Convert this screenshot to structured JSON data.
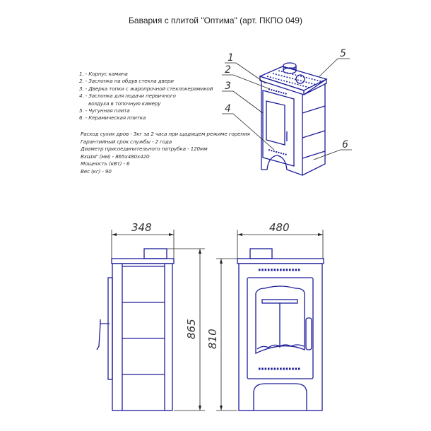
{
  "title": "Бавария с плитой \"Оптима\" (арт. ПКПО 049)",
  "legend": [
    "1. - Корпус камина",
    "2. - Заслонка на обдув стекла двери",
    "3. - Дверка топки с жаропрочной стеклокерамикой",
    "4. - Заслонка для подачи первичного",
    "воздуха в топочную камеру",
    "5. - Чугунная плита",
    "6. - Керамическая плитка"
  ],
  "specs": [
    "Расход сухих дров - 3кг за 2 часа при щадящем режиме горения",
    "Гарантийный срок службы - 2 года",
    "Диаметр присоединительного патрубка - 120мм",
    "ВхШхГ (мм) - 865х480х420",
    "Мощность (кВт) - 6",
    "Вес (кг) - 90"
  ],
  "callouts": [
    "1",
    "2",
    "3",
    "4",
    "5",
    "6"
  ],
  "dimensions": {
    "side_width": "348",
    "front_width": "480",
    "total_height": "865",
    "body_height": "810"
  },
  "colors": {
    "stove_line": "#1d1d9a",
    "dim_line": "#222222"
  }
}
